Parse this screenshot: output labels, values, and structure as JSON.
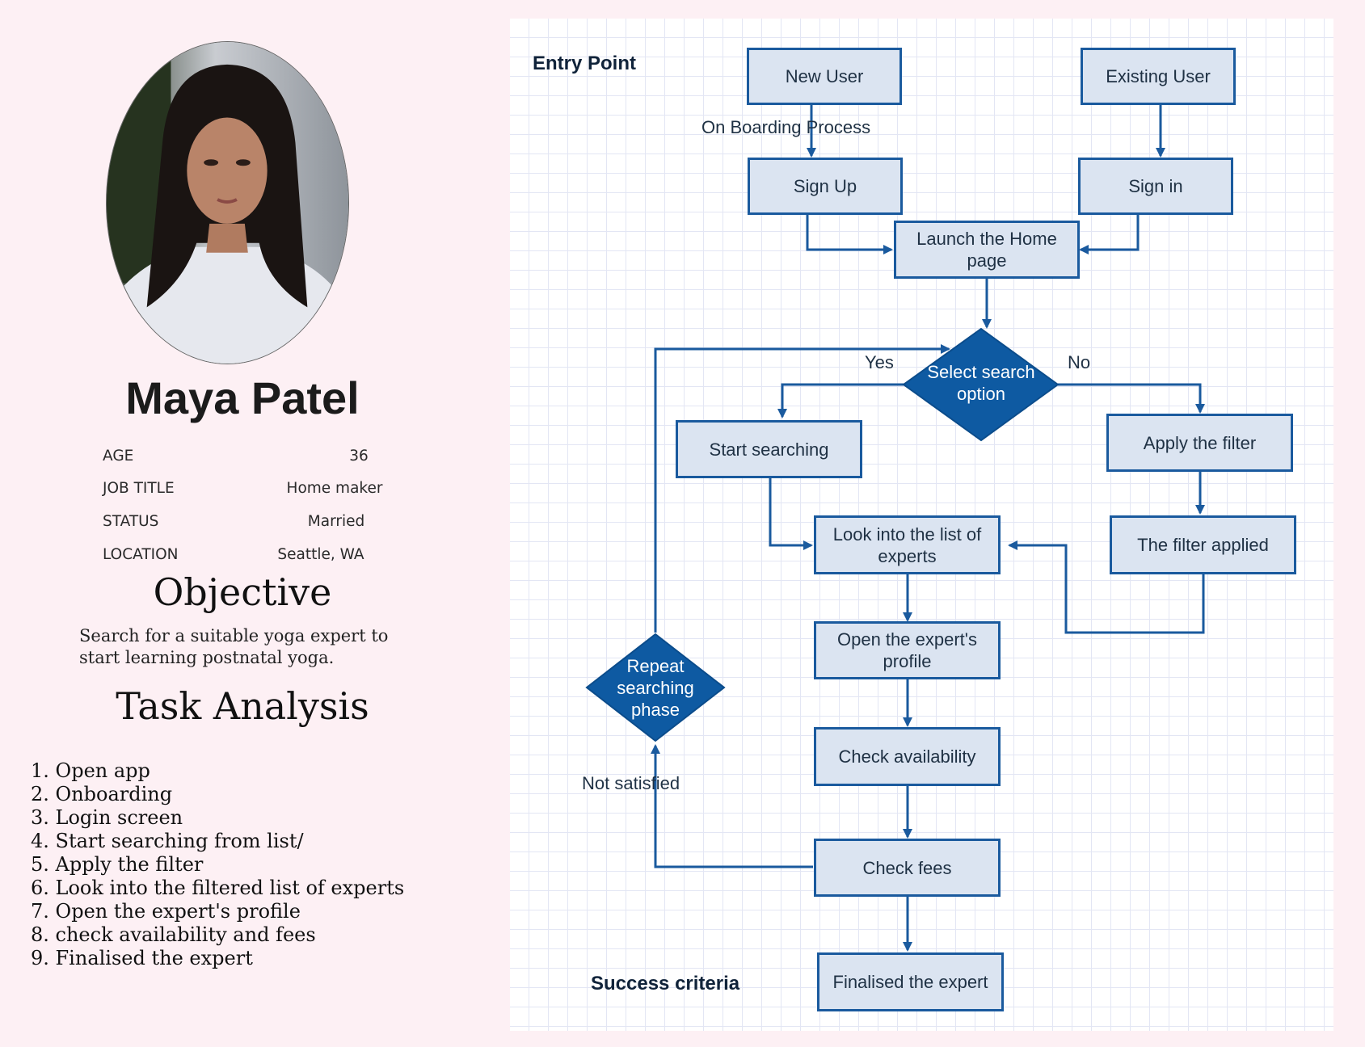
{
  "persona": {
    "name": "Maya Patel",
    "details": [
      {
        "label": "AGE",
        "value": "36"
      },
      {
        "label": "JOB TITLE",
        "value": "Home maker"
      },
      {
        "label": "STATUS",
        "value": "Married"
      },
      {
        "label": "LOCATION",
        "value": "Seattle, WA"
      }
    ],
    "objective_heading": "Objective",
    "objective_text": "Search for a suitable yoga expert to start learning postnatal yoga.",
    "task_heading": "Task Analysis",
    "tasks": [
      "1. Open app",
      "2. Onboarding",
      "3. Login screen",
      "4. Start searching from list/",
      "5. Apply the filter",
      "6. Look into the filtered list of experts",
      "7. Open the expert's profile",
      "8. check availability and fees",
      "9. Finalised the expert"
    ]
  },
  "flowchart": {
    "entry_label": "Entry Point",
    "success_label": "Success criteria",
    "colors": {
      "box_fill": "#dbe4f1",
      "box_border": "#1a5a9e",
      "diamond_fill": "#0e5aa2",
      "line": "#1a5a9e"
    },
    "nodes": {
      "new_user": "New User",
      "existing_user": "Existing User",
      "sign_up": "Sign Up",
      "sign_in": "Sign in",
      "launch_home": "Launch the Home page",
      "select_search": "Select search option",
      "start_searching": "Start searching",
      "apply_filter": "Apply the filter",
      "filter_applied": "The filter applied",
      "look_list": "Look into the list of experts",
      "open_profile": "Open the expert's profile",
      "check_availability": "Check availability",
      "check_fees": "Check fees",
      "finalised": "Finalised the expert",
      "repeat_phase": "Repeat searching phase"
    },
    "edge_labels": {
      "onboarding": "On Boarding Process",
      "yes": "Yes",
      "no": "No",
      "not_satisfied": "Not satisfied"
    }
  }
}
